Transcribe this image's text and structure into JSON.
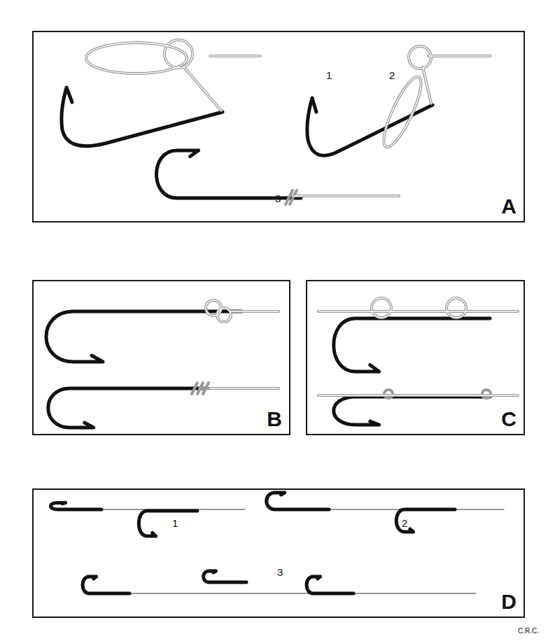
{
  "diagram": {
    "nodes": [
      {
        "text": [
          "A"
        ]
      },
      {
        "text": [
          "B"
        ]
      },
      {
        "text": [
          "C"
        ]
      },
      {
        "text": [
          "D"
        ]
      }
    ],
    "labels": [
      "1",
      "2",
      "3",
      "1",
      "2",
      "3",
      "C.R.C."
    ]
  }
}
